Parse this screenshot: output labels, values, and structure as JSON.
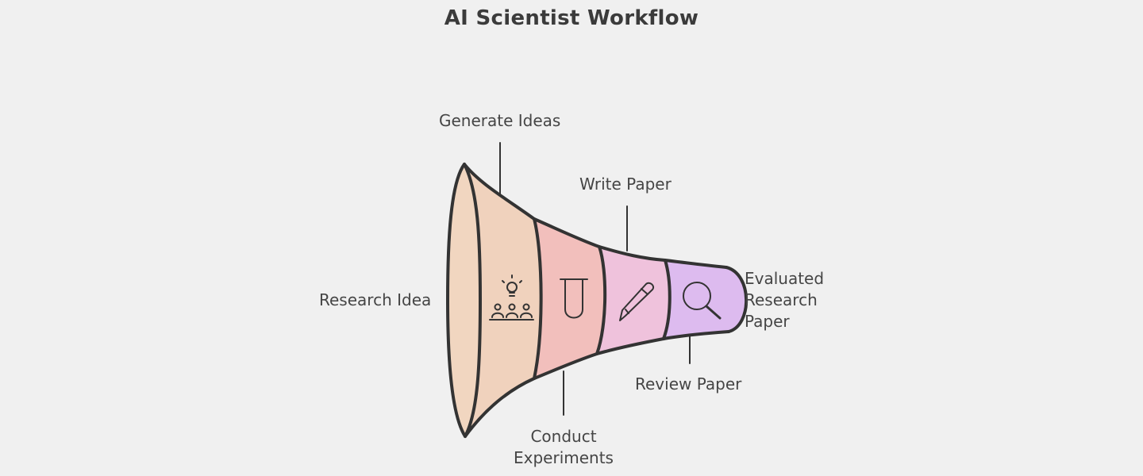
{
  "title": "AI Scientist Workflow",
  "input_label": "Research Idea",
  "output_label": "Evaluated\nResearch\nPaper",
  "stages": [
    {
      "label": "Generate Ideas",
      "icon": "lightbulb-team-icon",
      "color": "#f0d2bd"
    },
    {
      "label": "Conduct\nExperiments",
      "icon": "beaker-icon",
      "color": "#f2bfbc"
    },
    {
      "label": "Write Paper",
      "icon": "pen-icon",
      "color": "#efc2dc"
    },
    {
      "label": "Review Paper",
      "icon": "magnifier-icon",
      "color": "#ddbbef"
    }
  ],
  "mouth_color": "#f1d6c0",
  "outline_color": "#333333"
}
